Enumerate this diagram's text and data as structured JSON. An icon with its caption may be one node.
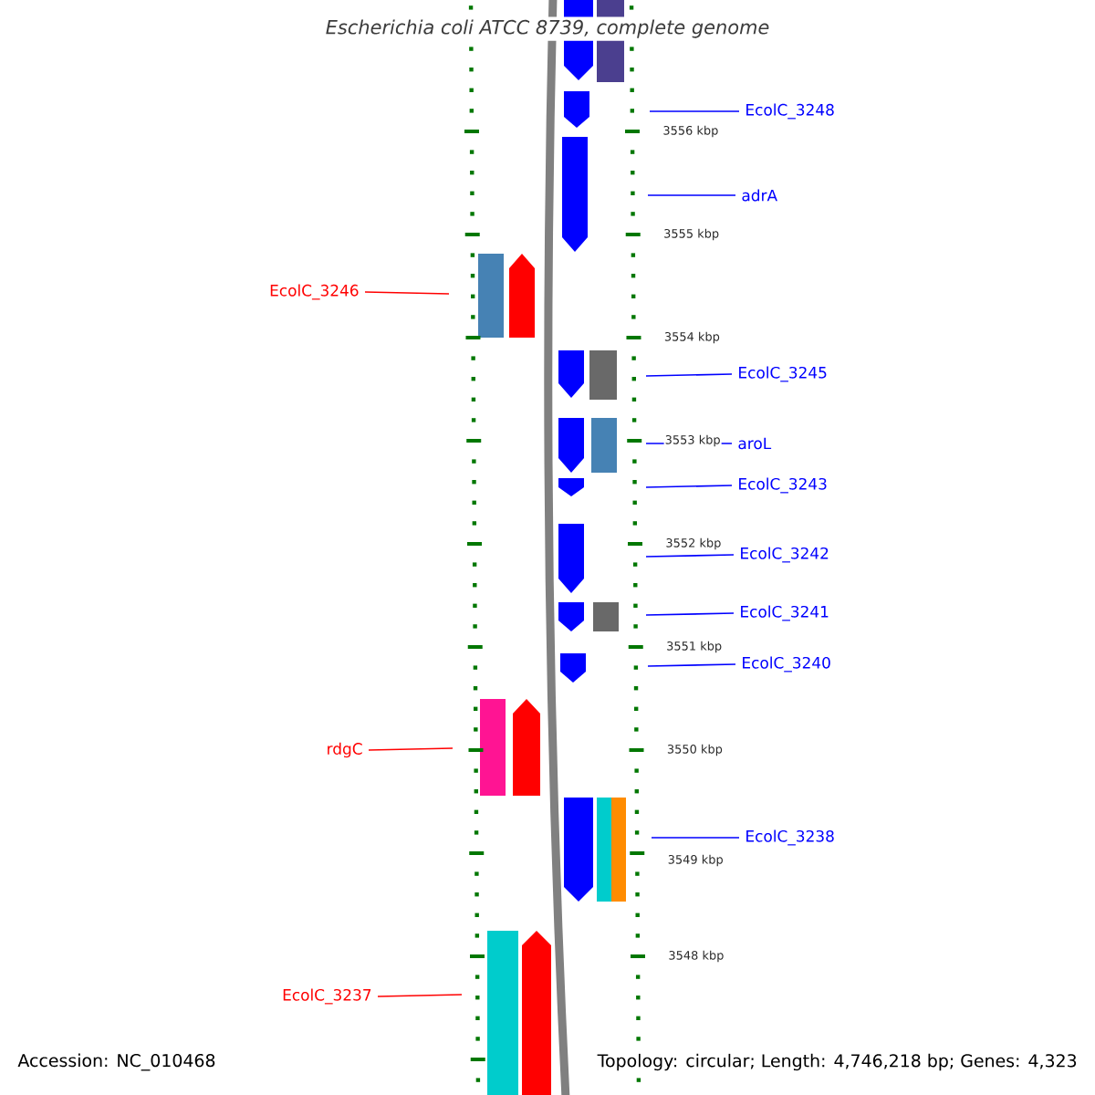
{
  "diagram": {
    "title": "Escherichia coli ATCC 8739, complete genome",
    "nodes": [
      {
        "text": [
          "EcolC_3248"
        ]
      },
      {
        "text": [
          "adrA"
        ]
      },
      {
        "text": [
          "EcolC_3246"
        ]
      },
      {
        "text": [
          "EcolC_3245"
        ]
      },
      {
        "text": [
          "aroL"
        ]
      },
      {
        "text": [
          "EcolC_3243"
        ]
      },
      {
        "text": [
          "EcolC_3242"
        ]
      },
      {
        "text": [
          "EcolC_3241"
        ]
      },
      {
        "text": [
          "EcolC_3240"
        ]
      },
      {
        "text": [
          "rdgC"
        ]
      },
      {
        "text": [
          "EcolC_3238"
        ]
      },
      {
        "text": [
          "EcolC_3237"
        ]
      }
    ],
    "edges": [
      {
        "from": 0,
        "to": null,
        "arrow": "none"
      },
      {
        "from": 1,
        "to": null,
        "arrow": "none"
      },
      {
        "from": 2,
        "to": null,
        "arrow": "none",
        "color": "#ff0000"
      },
      {
        "from": 3,
        "to": null,
        "arrow": "none"
      },
      {
        "from": 4,
        "to": null,
        "arrow": "none"
      },
      {
        "from": 5,
        "to": null,
        "arrow": "none"
      },
      {
        "from": 6,
        "to": null,
        "arrow": "none"
      },
      {
        "from": 7,
        "to": null,
        "arrow": "none"
      },
      {
        "from": 8,
        "to": null,
        "arrow": "none"
      },
      {
        "from": 9,
        "to": null,
        "arrow": "none",
        "color": "#ff0000"
      },
      {
        "from": 10,
        "to": null,
        "arrow": "none"
      },
      {
        "from": 11,
        "to": null,
        "arrow": "none",
        "color": "#ff0000"
      }
    ],
    "labels": [
      "3556 kbp",
      "3555 kbp",
      "3554 kbp",
      "3553 kbp",
      "3552 kbp",
      "3551 kbp",
      "3550 kbp",
      "3549 kbp",
      "3548 kbp",
      "Accession: NC_010468",
      "Topology: circular; Length: 4,746,218 bp; Genes: 4,323"
    ]
  }
}
